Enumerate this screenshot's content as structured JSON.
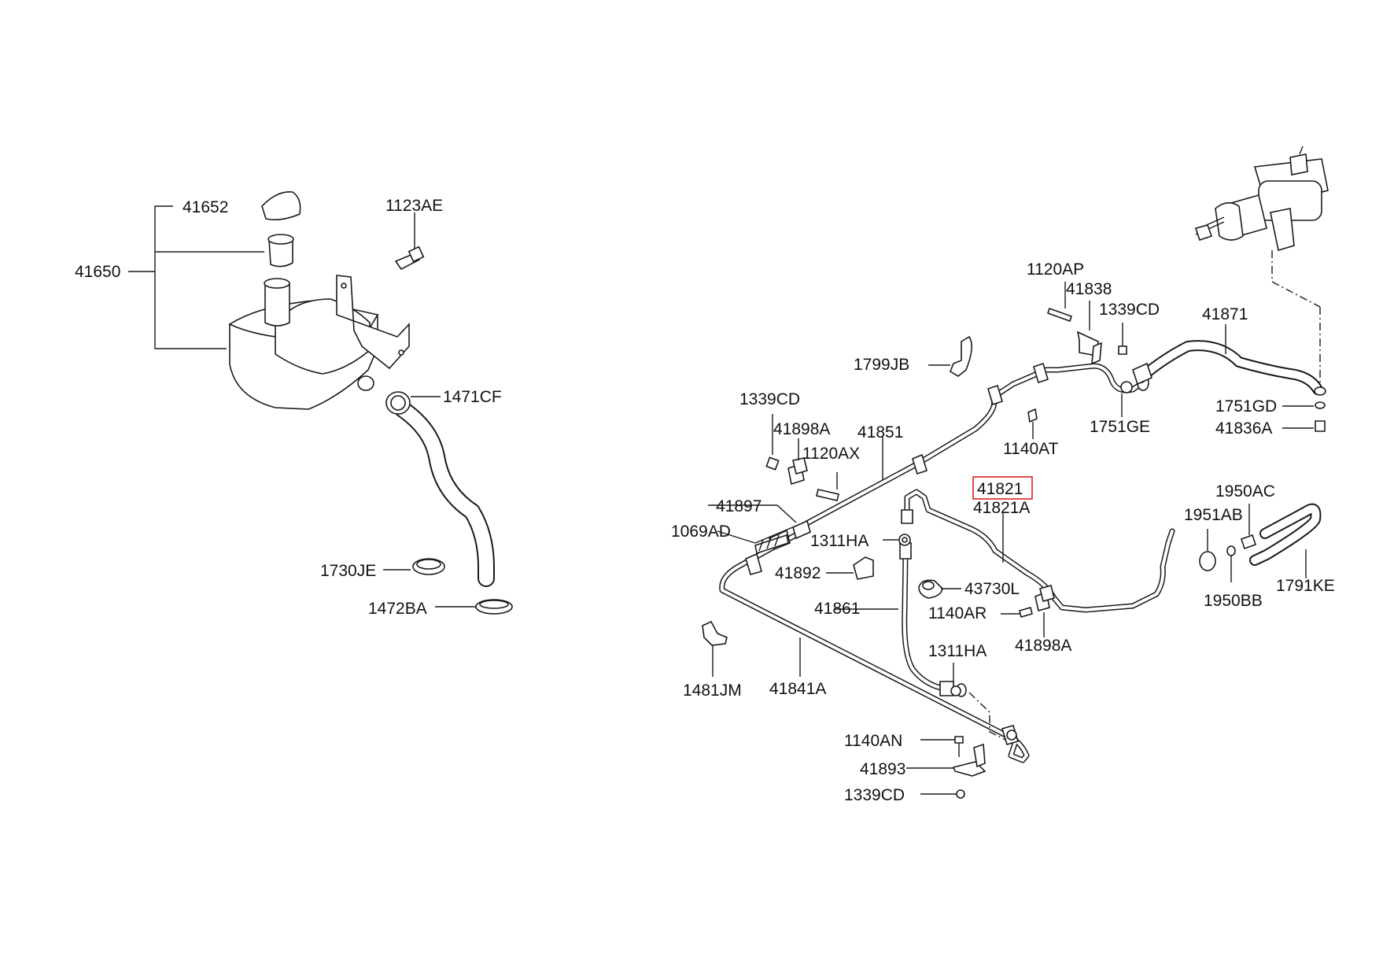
{
  "diagram": {
    "labels": {
      "p41650": "41650",
      "p41652": "41652",
      "p1123AE": "1123AE",
      "p1471CF": "1471CF",
      "p1730JE": "1730JE",
      "p1472BA": "1472BA",
      "p1120AP": "1120AP",
      "p41838": "41838",
      "p1339CD_a": "1339CD",
      "p41871": "41871",
      "p1799JB": "1799JB",
      "p1751GD": "1751GD",
      "p41836A": "41836A",
      "p1751GE": "1751GE",
      "p1140AT": "1140AT",
      "p1339CD_b": "1339CD",
      "p41898A_a": "41898A",
      "p41851": "41851",
      "p1120AX": "1120AX",
      "p41821": "41821",
      "p41821A": "41821A",
      "p1950AC": "1950AC",
      "p1951AB": "1951AB",
      "p41897": "41897",
      "p1069AD": "1069AD",
      "p1311HA_a": "1311HA",
      "p41892": "41892",
      "p43730L": "43730L",
      "p1950BB": "1950BB",
      "p1791KE": "1791KE",
      "p41861": "41861",
      "p1140AR": "1140AR",
      "p41898A_b": "41898A",
      "p1311HA_b": "1311HA",
      "p1481JM": "1481JM",
      "p41841A": "41841A",
      "p1140AN": "1140AN",
      "p41893": "41893",
      "p1339CD_c": "1339CD"
    },
    "highlighted_part": "41821",
    "highlight_color": "#e02020"
  }
}
